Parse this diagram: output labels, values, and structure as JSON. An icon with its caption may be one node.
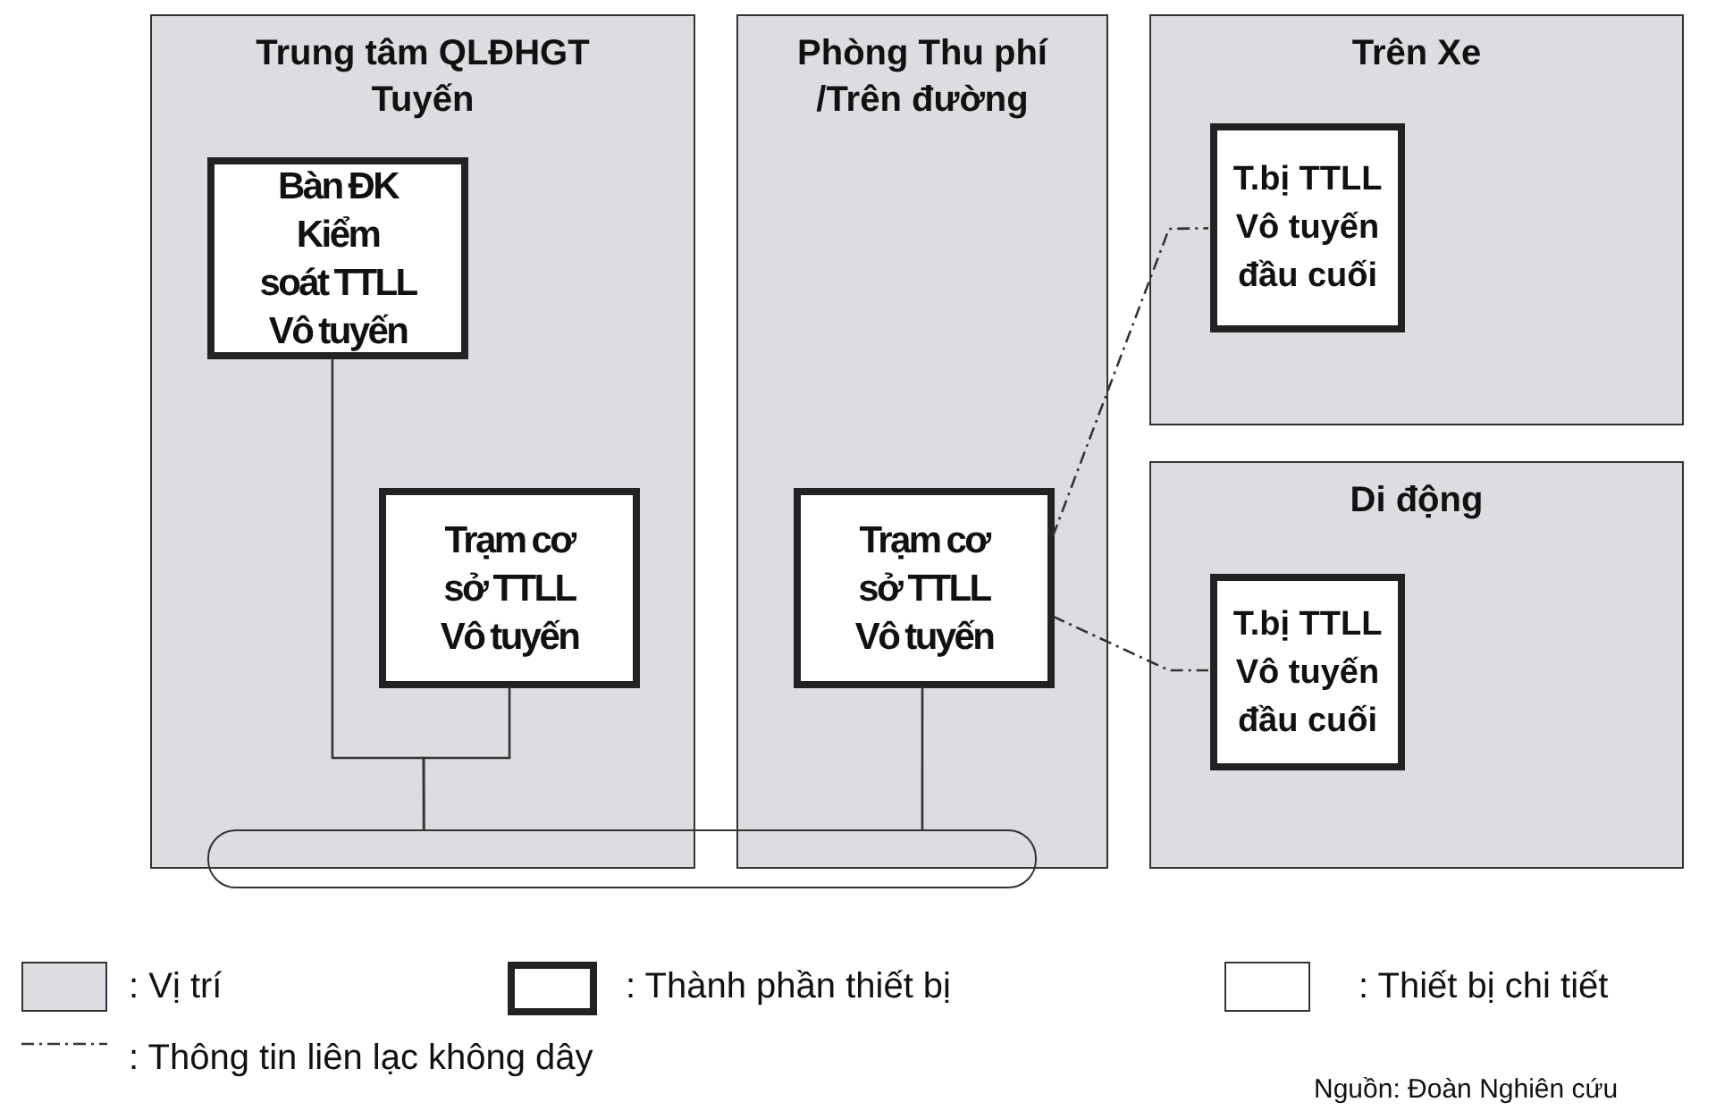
{
  "diagram": {
    "nodes": [
      {
        "text": [
          "Trung tâm QLĐHGT Tuyến"
        ]
      },
      {
        "text": [
          "Bàn ĐK Kiểm soát TTLL Vô tuyến"
        ],
        "in": 0
      },
      {
        "text": [
          "Trạm cơ sở TTLL Vô tuyến"
        ],
        "in": 0
      },
      {
        "text": [
          "Phòng Thu phí /Trên đường"
        ]
      },
      {
        "text": [
          "Trạm cơ sở TTLL Vô tuyến"
        ],
        "in": 3
      },
      {
        "text": [
          "Trên Xe"
        ]
      },
      {
        "text": [
          "T.bị TTLL Vô tuyến đầu cuối"
        ],
        "in": 5
      },
      {
        "text": [
          "Di động"
        ]
      },
      {
        "text": [
          "T.bị TTLL Vô tuyến đầu cuối"
        ],
        "in": 7
      },
      {
        "text": [],
        "shape": "bar"
      }
    ],
    "edges": [
      {
        "from": 1,
        "to": 9,
        "arrow": "none"
      },
      {
        "from": 2,
        "to": 9,
        "arrow": "none"
      },
      {
        "from": 4,
        "to": 9,
        "arrow": "none"
      },
      {
        "from": 4,
        "to": 6,
        "arrow": "none",
        "style": "dashed"
      },
      {
        "from": 4,
        "to": 8,
        "arrow": "none",
        "style": "dashed"
      }
    ],
    "labels": [
      "Nguồn: Đoàn Nghiên cứu"
    ],
    "legend": [
      {
        "text": ": Vị trí",
        "color": "#dcdde0"
      },
      {
        "text": ": Thành phần thiết bị"
      },
      {
        "text": ": Thiết bị chi tiết"
      },
      {
        "text": ": Thông tin liên lạc không dây"
      }
    ]
  }
}
